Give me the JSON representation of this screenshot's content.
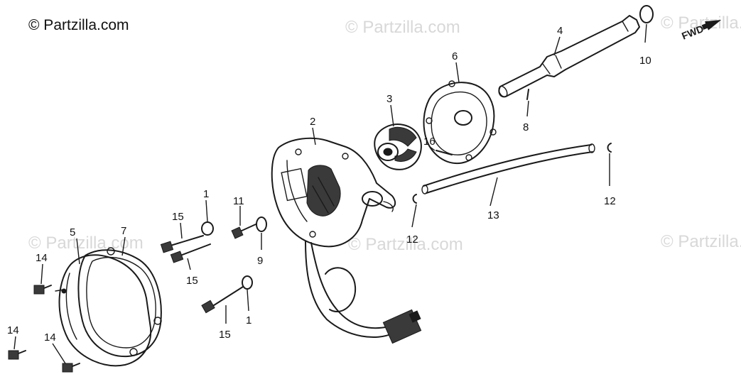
{
  "copyright": "© Partzilla.com",
  "watermark": "© Partzilla.com",
  "direction_label": "FWD",
  "part_labels": {
    "cover_5": "5",
    "gasket_7": "7",
    "stator_2": "2",
    "rotor_3": "3",
    "housing_cover_6": "6",
    "tube_4": "4",
    "oring_10": "10",
    "pin_8": "8",
    "pin_16": "16",
    "hose_13": "13",
    "clip_12_right": "12",
    "clip_12_left": "12",
    "bolt_11": "11",
    "washer_9": "9",
    "washer_1_top": "1",
    "washer_1_bottom": "1",
    "bolt_15_upper": "15",
    "bolt_15_middle": "15",
    "bolt_15_lower": "15",
    "screw_14_a": "14",
    "screw_14_b": "14",
    "screw_14_c": "14"
  }
}
